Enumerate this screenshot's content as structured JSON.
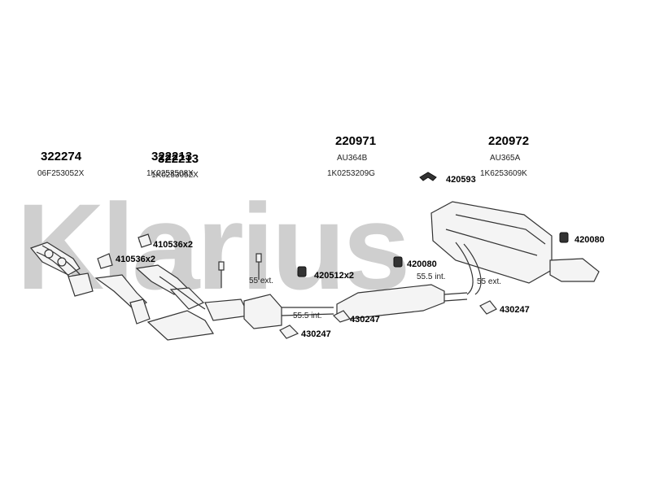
{
  "watermark": "Klarius",
  "parts": {
    "manifold_left": {
      "number": "322274",
      "oem": "06F253052X"
    },
    "manifold_right_a": {
      "number": "322213"
    },
    "manifold_right_b": {
      "number": "322213"
    },
    "manifold_right_oem_a": "1K0253508X",
    "manifold_right_oem_b": "1K0253052X",
    "center_box": {
      "number": "220971",
      "code": "AU364B",
      "oem": "1K0253209G"
    },
    "rear_box": {
      "number": "220972",
      "code": "AU365A",
      "oem": "1K6253609K"
    }
  },
  "fittings": {
    "gasket_a": "410536x2",
    "gasket_b": "410536x2",
    "mount_mid": "420512x2",
    "mount_center": "420080",
    "hanger_top": "420593",
    "mount_rear": "420080",
    "clamp_left": "430247",
    "clamp_center": "430247",
    "clamp_rear": "430247"
  },
  "notes": {
    "ext_left": "55 ext.",
    "int_left": "55.5 int.",
    "int_right": "55.5 int.",
    "ext_right": "55 ext."
  },
  "colors": {
    "watermark": "#cfcfcf",
    "line": "#333333"
  }
}
